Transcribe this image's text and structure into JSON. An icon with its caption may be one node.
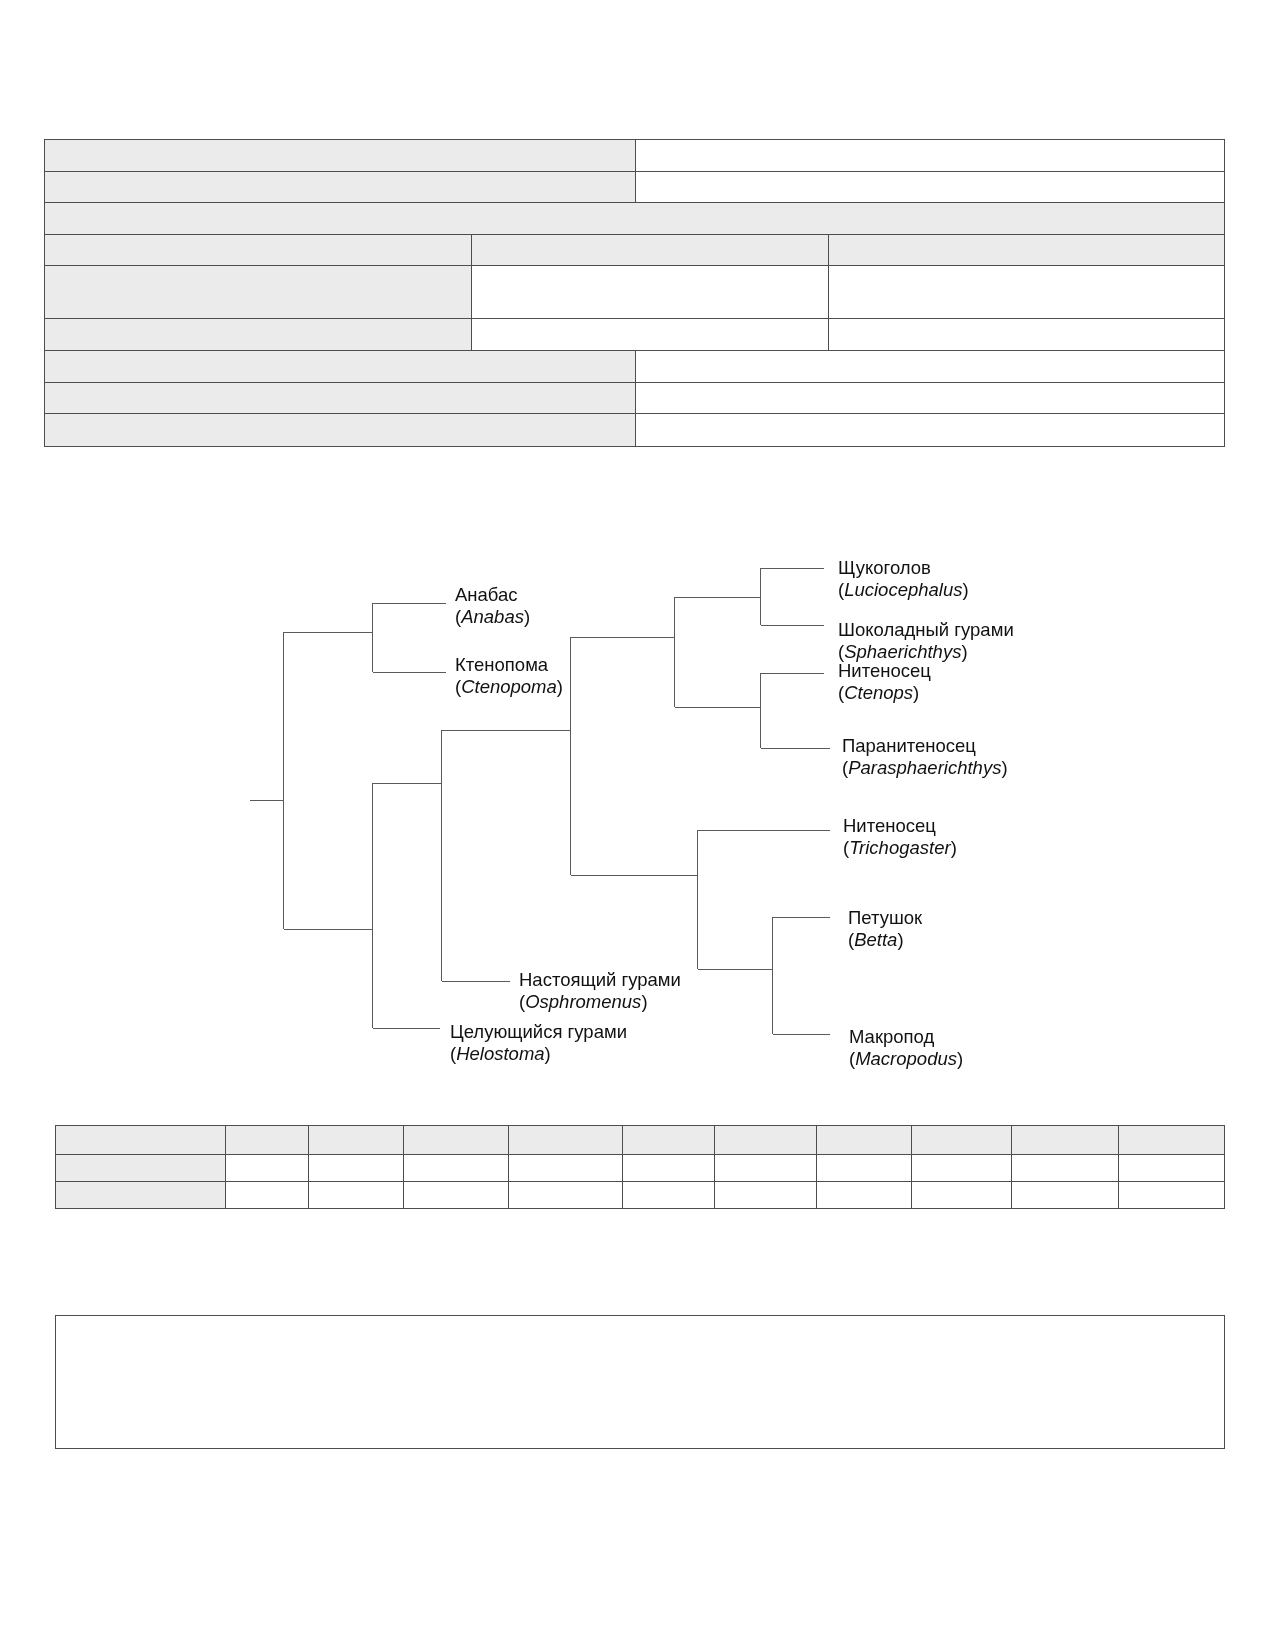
{
  "diagram": {
    "nodes": [
      {
        "text": [
          "Анабас",
          "(*Anabas*)"
        ]
      },
      {
        "text": [
          "Ктенопома",
          "(*Ctenopoma*)"
        ]
      },
      {
        "text": [
          "Щукоголов",
          "(*Luciocephalus*)"
        ]
      },
      {
        "text": [
          "Шоколадный гурами",
          "(*Sphaerichthys*)"
        ]
      },
      {
        "text": [
          "Нитеносец",
          "(*Ctenops*)"
        ]
      },
      {
        "text": [
          "Паранитеносец",
          "(*Parasphaerichthys*)"
        ]
      },
      {
        "text": [
          "Нитеносец",
          "(*Trichogaster*)"
        ]
      },
      {
        "text": [
          "Петушок",
          "(*Betta*)"
        ]
      },
      {
        "text": [
          "Макропод",
          "(*Macropodus*)"
        ]
      },
      {
        "text": [
          "Настоящий гурами",
          "(*Osphromenus*)"
        ]
      },
      {
        "text": [
          "Целующийся гурами",
          "(*Helostoma*)"
        ]
      },
      {
        "text": [],
        "shape": "bar"
      },
      {
        "text": [],
        "shape": "bar"
      },
      {
        "text": [],
        "shape": "bar"
      },
      {
        "text": [],
        "shape": "bar"
      },
      {
        "text": [],
        "shape": "bar"
      },
      {
        "text": [],
        "shape": "bar"
      },
      {
        "text": [],
        "shape": "bar"
      },
      {
        "text": [],
        "shape": "bar"
      },
      {
        "text": [],
        "shape": "bar"
      },
      {
        "text": [],
        "shape": "bar"
      }
    ],
    "edges": [
      {
        "from": null,
        "to": 11,
        "arrow": "none"
      },
      {
        "from": 11,
        "to": 12,
        "arrow": "none"
      },
      {
        "from": 11,
        "to": 13,
        "arrow": "none"
      },
      {
        "from": 12,
        "to": 0,
        "arrow": "none"
      },
      {
        "from": 12,
        "to": 1,
        "arrow": "none"
      },
      {
        "from": 13,
        "to": 14,
        "arrow": "none"
      },
      {
        "from": 13,
        "to": 10,
        "arrow": "none"
      },
      {
        "from": 14,
        "to": 15,
        "arrow": "none"
      },
      {
        "from": 14,
        "to": 9,
        "arrow": "none"
      },
      {
        "from": 15,
        "to": 16,
        "arrow": "none"
      },
      {
        "from": 15,
        "to": 19,
        "arrow": "none"
      },
      {
        "from": 16,
        "to": 17,
        "arrow": "none"
      },
      {
        "from": 16,
        "to": 18,
        "arrow": "none"
      },
      {
        "from": 17,
        "to": 2,
        "arrow": "none"
      },
      {
        "from": 17,
        "to": 3,
        "arrow": "none"
      },
      {
        "from": 18,
        "to": 4,
        "arrow": "none"
      },
      {
        "from": 18,
        "to": 5,
        "arrow": "none"
      },
      {
        "from": 19,
        "to": 6,
        "arrow": "none"
      },
      {
        "from": 19,
        "to": 20,
        "arrow": "none"
      },
      {
        "from": 20,
        "to": 7,
        "arrow": "none"
      },
      {
        "from": 20,
        "to": 8,
        "arrow": "none"
      }
    ]
  }
}
